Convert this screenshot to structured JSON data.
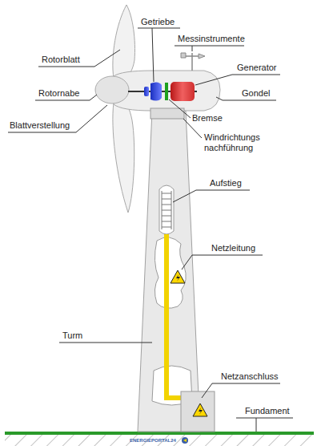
{
  "diagram": {
    "labels": [
      "Getriebe",
      "Messinstrumente",
      "Rotorblatt",
      "Generator",
      "Rotornabe",
      "Gondel",
      "Bremse",
      "Blattverstellung",
      "Windrichtungs nachführung",
      "Aufstieg",
      "Netzleitung",
      "Turm",
      "Netzanschluss",
      "Fundament",
      "ENERGIEPORTAL24"
    ]
  }
}
